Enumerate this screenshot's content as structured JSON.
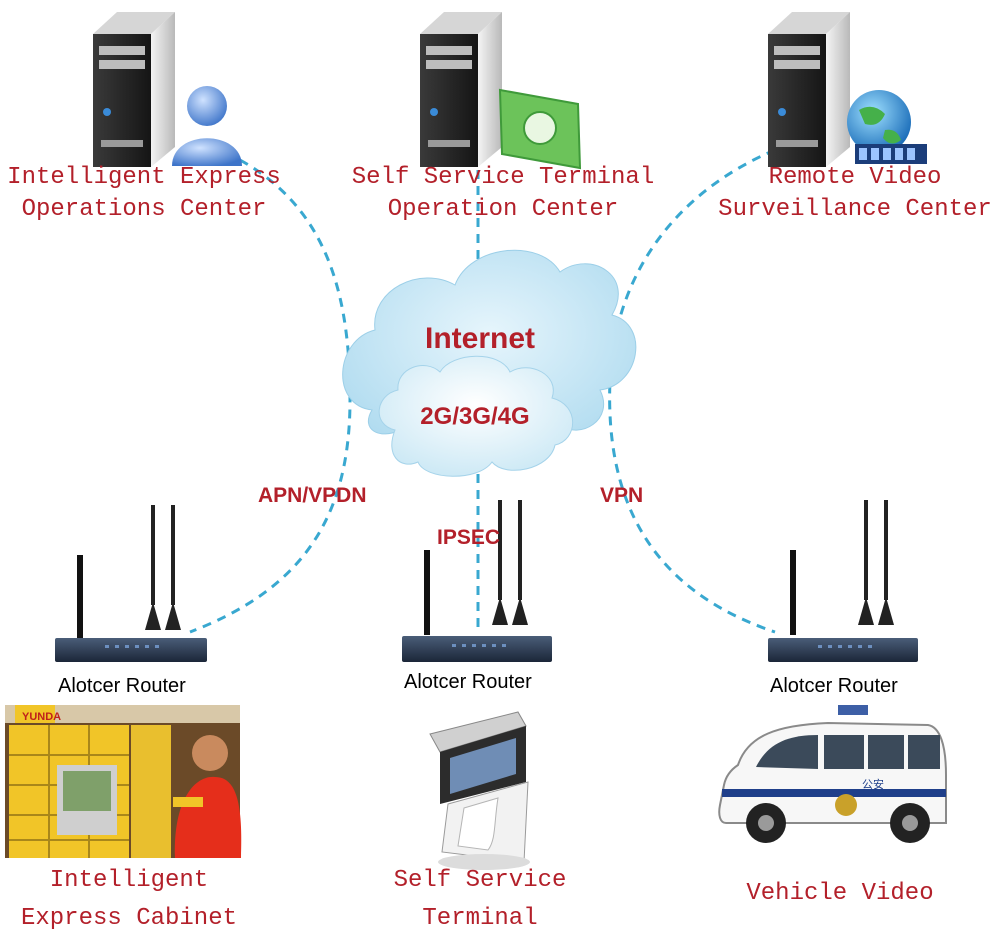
{
  "centers": {
    "express": {
      "line1": "Intelligent Express",
      "line2": "Operations Center"
    },
    "self_service": {
      "line1": "Self Service Terminal",
      "line2": "Operation Center"
    },
    "video": {
      "line1": "Remote Video",
      "line2": "Surveillance Center"
    }
  },
  "cloud": {
    "outer_label": "Internet",
    "inner_label": "2G/3G/4G"
  },
  "links": {
    "left": "APN/VPDN",
    "center": "IPSEC",
    "right": "VPN"
  },
  "routers": {
    "left": "Alotcer Router",
    "center": "Alotcer Router",
    "right": "Alotcer Router"
  },
  "endpoints": {
    "cabinet": {
      "line1": "Intelligent",
      "line2": "Express Cabinet"
    },
    "terminal": {
      "line1": "Self Service",
      "line2": "Terminal"
    },
    "vehicle": {
      "line1": "Vehicle Video"
    }
  },
  "vehicle_marking": "公安",
  "brand_marking": "YUNDA",
  "colors": {
    "label_red": "#b3202a",
    "link_blue": "#39a8d0",
    "cloud": "#b8e0f2"
  }
}
